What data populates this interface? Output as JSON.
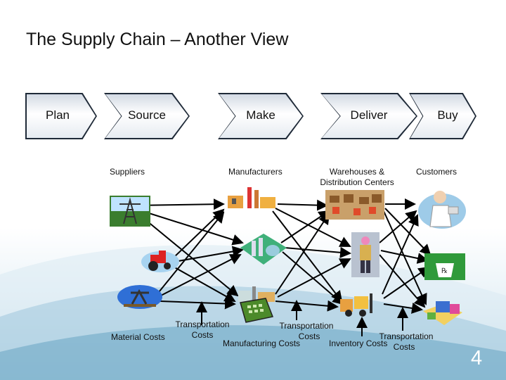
{
  "title": "The Supply Chain – Another View",
  "stages": [
    "Plan",
    "Source",
    "Make",
    "Deliver",
    "Buy"
  ],
  "columns": {
    "suppliers": "Suppliers",
    "manufacturers": "Manufacturers",
    "warehouses_line1": "Warehouses &",
    "warehouses_line2": "Distribution Centers",
    "customers": "Customers"
  },
  "costs": {
    "material": "Material Costs",
    "transport1_line1": "Transportation",
    "transport1_line2": "Costs",
    "transport2_line1": "Transportation",
    "transport2_line2": "Costs",
    "manufacturing": "Manufacturing Costs",
    "inventory": "Inventory Costs",
    "transport3_line1": "Transportation",
    "transport3_line2": "Costs"
  },
  "page_number": "4",
  "icons": [
    "power-tower-icon",
    "tractor-icon",
    "oil-pump-icon",
    "factory-icon",
    "refinery-icon",
    "plant-icon",
    "calculator-icon",
    "warehouse-icon",
    "worker-icon",
    "forklift-icon",
    "doctor-icon",
    "pharmacy-icon",
    "shopping-icon"
  ]
}
